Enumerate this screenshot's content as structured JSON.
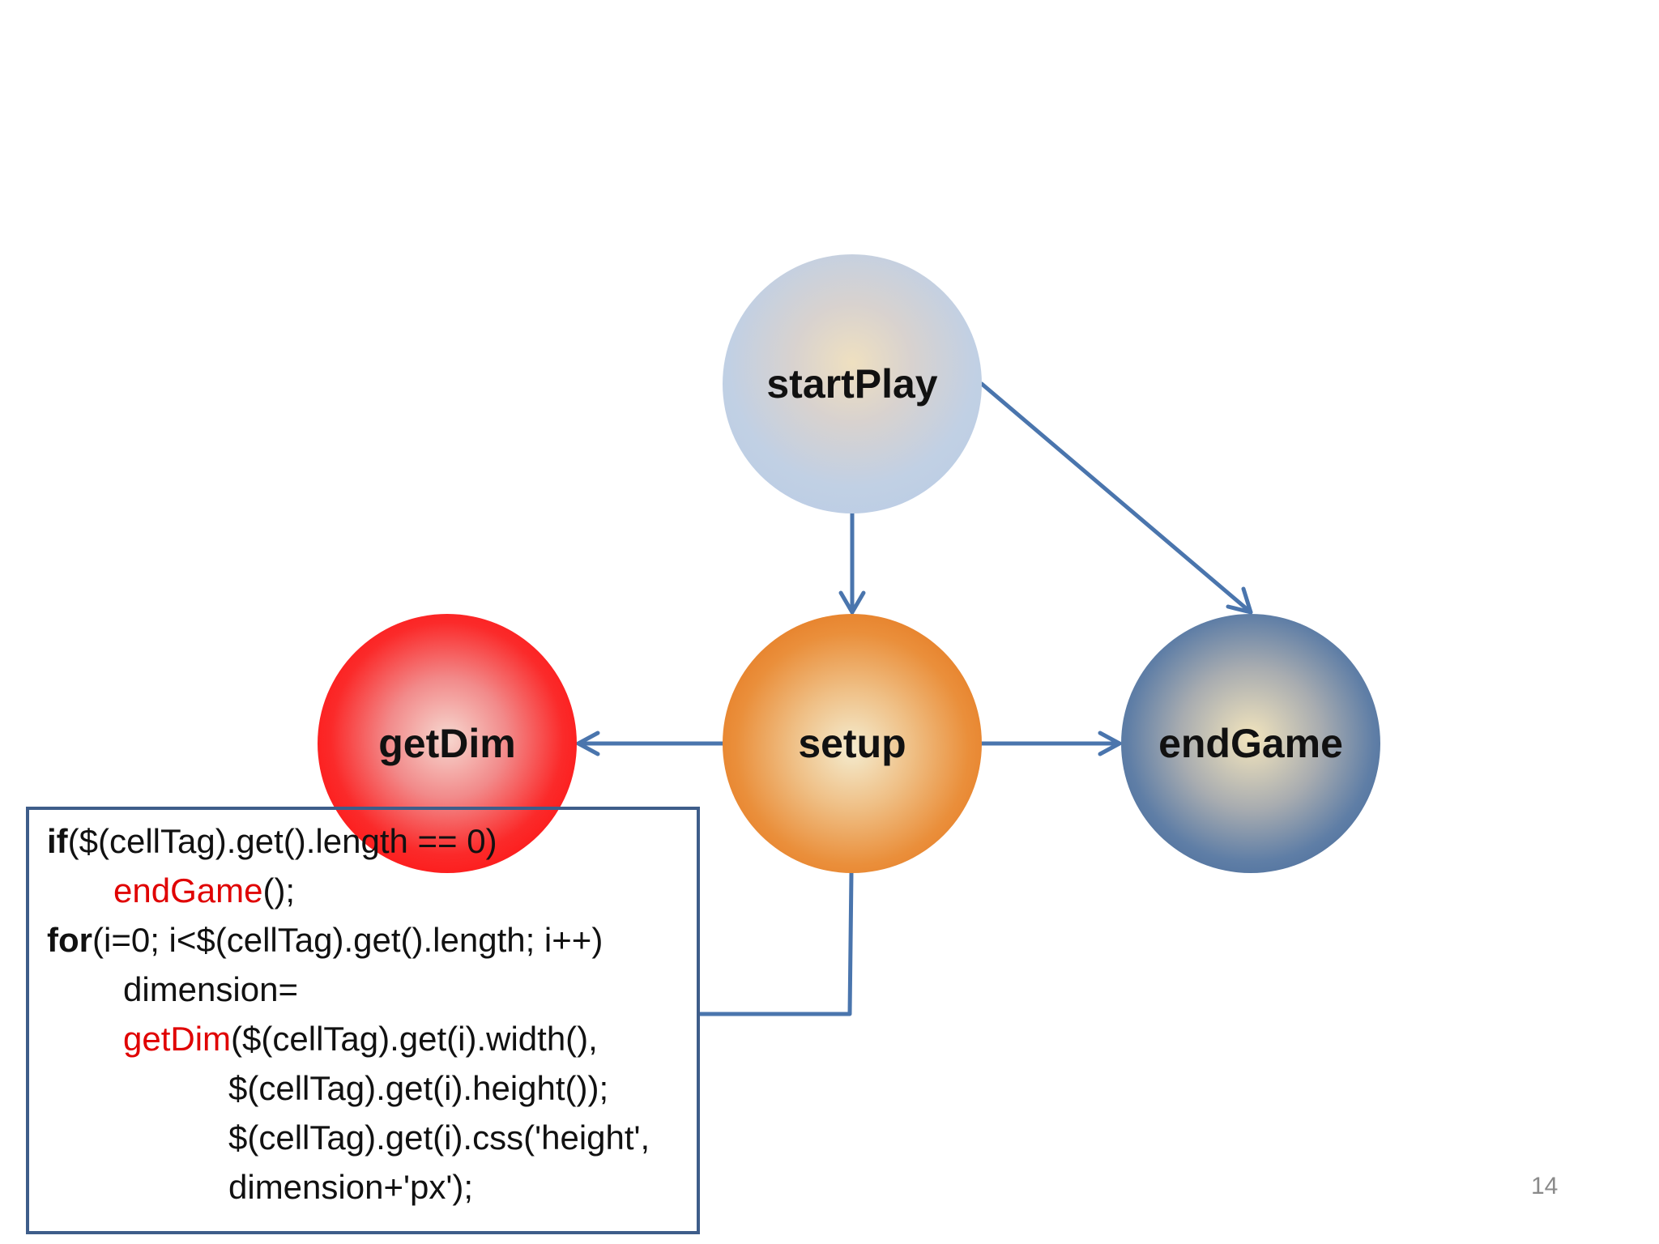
{
  "nodes": {
    "startPlay": "startPlay",
    "setup": "setup",
    "endGame": "endGame",
    "getDim": "getDim"
  },
  "code": {
    "line1_kw": "if",
    "line1_rest": "($(cellTag).get().length == 0)",
    "line2_call": "endGame",
    "line2_rest": "();",
    "line3_kw": "for",
    "line3_rest": "(i=0; i<$(cellTag).get().length; i++)",
    "line4": "dimension=",
    "line5_call": "getDim",
    "line5_rest": "($(cellTag).get(i).width(),",
    "line6": "$(cellTag).get(i).height());",
    "line7": "$(cellTag).get(i).css('height',",
    "line8": "dimension+'px');"
  },
  "page_number": "14",
  "colors": {
    "arrow": "#4a75ad",
    "code_border": "#3e5d8a",
    "highlight_call": "#e00000"
  }
}
